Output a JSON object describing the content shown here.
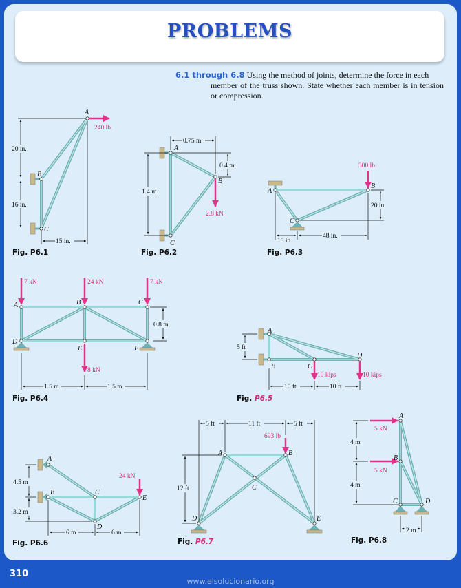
{
  "header": {
    "title": "PROBLEMS"
  },
  "problem": {
    "number": "6.1 through 6.8",
    "text_line1": "Using the method of joints, determine the force in each",
    "text_rest": "member of the truss shown. State whether each member is in tension or compression."
  },
  "figures": {
    "p61": {
      "label": "Fig. P6.1",
      "joints": [
        "A",
        "B",
        "C"
      ],
      "load": "240 lb",
      "dims": [
        "20 in.",
        "16 in.",
        "15 in."
      ]
    },
    "p62": {
      "label": "Fig. P6.2",
      "joints": [
        "A",
        "B",
        "C"
      ],
      "load": "2.8 kN",
      "dims": [
        "0.75 m",
        "0.4 m",
        "1.4 m"
      ]
    },
    "p63": {
      "label": "Fig. P6.3",
      "joints": [
        "A",
        "B",
        "C"
      ],
      "load": "300 lb",
      "dims": [
        "20 in.",
        "15 in.",
        "48 in."
      ]
    },
    "p64": {
      "label": "Fig. P6.4",
      "joints": [
        "A",
        "B",
        "C",
        "D",
        "E",
        "F"
      ],
      "loads": [
        "7 kN",
        "24 kN",
        "7 kN",
        "8 kN"
      ],
      "dims": [
        "0.8 m",
        "1.5 m",
        "1.5 m"
      ]
    },
    "p65": {
      "label_prefix": "Fig.",
      "label_num": "P6.5",
      "joints": [
        "A",
        "B",
        "C",
        "D"
      ],
      "loads": [
        "10 kips",
        "10 kips"
      ],
      "dims": [
        "5 ft",
        "10 ft",
        "10 ft"
      ]
    },
    "p66": {
      "label": "Fig. P6.6",
      "joints": [
        "A",
        "B",
        "C",
        "D",
        "E"
      ],
      "load": "24 kN",
      "dims": [
        "4.5 m",
        "3.2 m",
        "6 m",
        "6 m"
      ]
    },
    "p67": {
      "label_prefix": "Fig.",
      "label_num": "P6.7",
      "joints": [
        "A",
        "B",
        "C",
        "D",
        "E"
      ],
      "load": "693 lb",
      "dims": [
        "5 ft",
        "11 ft",
        "5 ft",
        "12 ft"
      ]
    },
    "p68": {
      "label": "Fig. P6.8",
      "joints": [
        "A",
        "B",
        "C",
        "D"
      ],
      "loads": [
        "5 kN",
        "5 kN"
      ],
      "dims": [
        "4 m",
        "4 m",
        "2 m"
      ]
    }
  },
  "footer": {
    "page_number": "310",
    "website": "www.elsolucionario.org"
  },
  "colors": {
    "frame": "#1d58c8",
    "panel": "#ddeefa",
    "title": "#2650c0",
    "problem_number": "#2a64d0",
    "load_arrow": "#e0338a",
    "member": "#6fb2b5"
  }
}
